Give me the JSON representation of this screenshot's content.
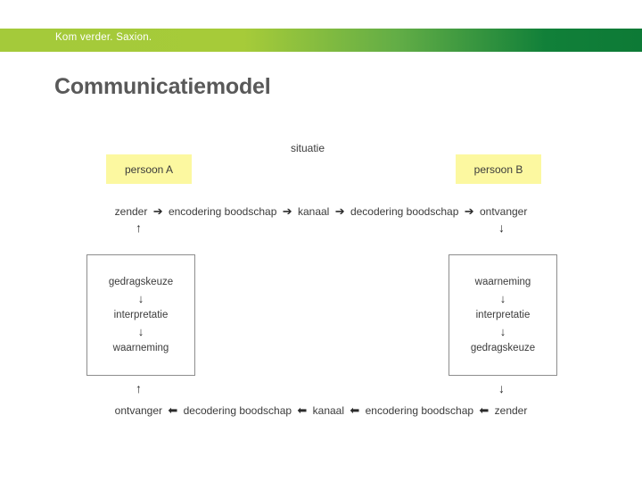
{
  "slide": {
    "brand_tagline": "Kom verder. Saxion.",
    "title": "Communicatiemodel",
    "colors": {
      "band_start": "#a4ca3a",
      "band_end": "#0d7a36",
      "person_box_fill": "#fcf8a0",
      "title_text": "#595959",
      "body_text": "#3b3b3b",
      "box_border": "#8d8d8d"
    }
  },
  "diagram": {
    "situation_label": "situatie",
    "person_left": "persoon A",
    "person_right": "persoon B",
    "arrow_right_glyph": "➔",
    "arrow_left_glyph": "⬅",
    "arrow_down_glyph": "↓",
    "arrow_up_glyph": "↑",
    "top_flow": {
      "nodes": [
        "zender",
        "encodering boodschap",
        "kanaal",
        "decodering boodschap",
        "ontvanger"
      ],
      "direction": "right"
    },
    "bottom_flow": {
      "nodes": [
        "ontvanger",
        "decodering boodschap",
        "kanaal",
        "encodering boodschap",
        "zender"
      ],
      "direction": "left"
    },
    "left_box": {
      "steps": [
        "gedragskeuze",
        "interpretatie",
        "waarneming"
      ]
    },
    "right_box": {
      "steps": [
        "waarneming",
        "interpretatie",
        "gedragskeuze"
      ]
    },
    "connector_arrows": {
      "top_left": "↑",
      "top_right": "↓",
      "bottom_left": "↑",
      "bottom_right": "↓"
    }
  }
}
